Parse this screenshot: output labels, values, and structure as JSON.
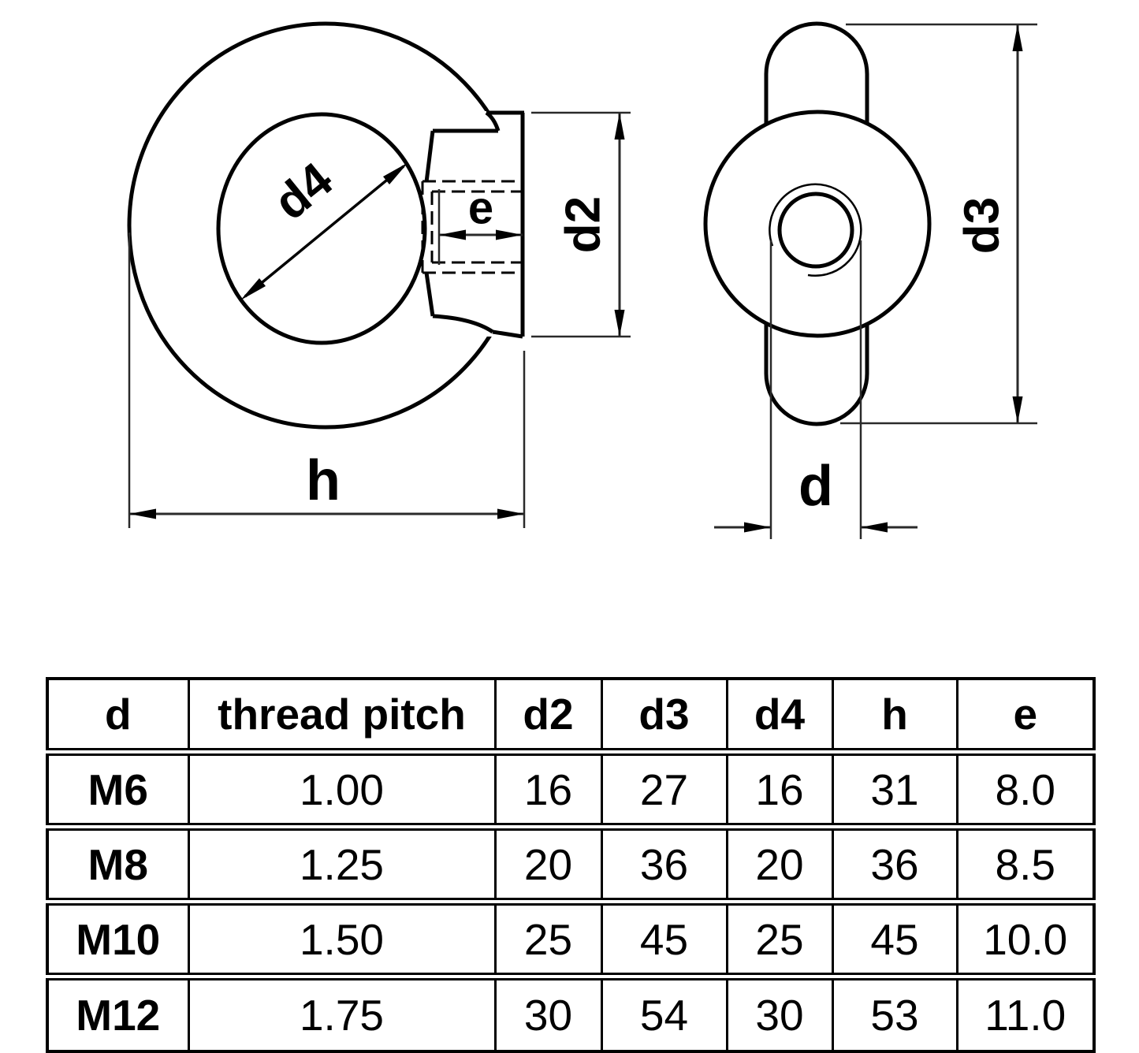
{
  "drawing": {
    "front_view": {
      "labels": {
        "d4": "d4",
        "e": "e",
        "d2": "d2",
        "h": "h"
      }
    },
    "side_view": {
      "labels": {
        "d": "d",
        "d3": "d3"
      }
    }
  },
  "table": {
    "headers": [
      "d",
      "thread pitch",
      "d2",
      "d3",
      "d4",
      "h",
      "e"
    ],
    "rows": [
      [
        "M6",
        "1.00",
        "16",
        "27",
        "16",
        "31",
        "8.0"
      ],
      [
        "M8",
        "1.25",
        "20",
        "36",
        "20",
        "36",
        "8.5"
      ],
      [
        "M10",
        "1.50",
        "25",
        "45",
        "25",
        "45",
        "10.0"
      ],
      [
        "M12",
        "1.75",
        "30",
        "54",
        "30",
        "53",
        "11.0"
      ]
    ]
  },
  "colors": {
    "ink": "#000000",
    "dimension_line": "#2a2a2a",
    "background": "#ffffff"
  }
}
